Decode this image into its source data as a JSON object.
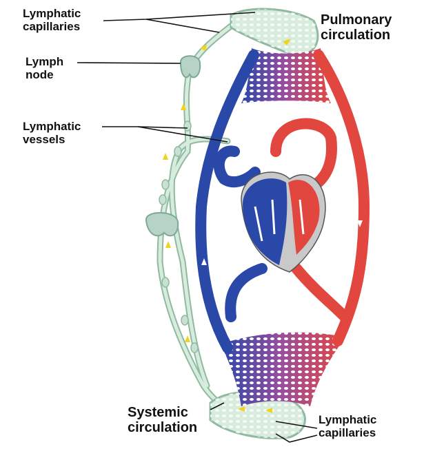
{
  "labels": {
    "lymphatic_capillaries_top": [
      "Lymphatic",
      "capillaries"
    ],
    "lymph_node": [
      "Lymph",
      "node"
    ],
    "lymphatic_vessels": [
      "Lymphatic",
      "vessels"
    ],
    "pulmonary_circulation": [
      "Pulmonary",
      "circulation"
    ],
    "systemic_circulation": [
      "Systemic",
      "circulation"
    ],
    "lymphatic_capillaries_bottom": [
      "Lymphatic",
      "capillaries"
    ]
  },
  "colors": {
    "deoxygenated_blood": "#2a48a8",
    "oxygenated_blood": "#e2473f",
    "lymph": "#cfe6d6",
    "lymph_outline": "#8fb9a0",
    "flow_arrow": "#f2d31c"
  }
}
